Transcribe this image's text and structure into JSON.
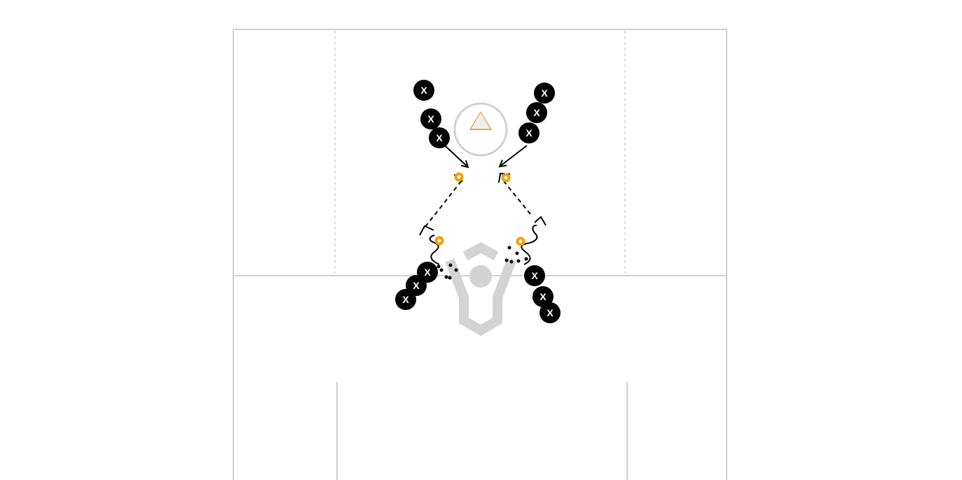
{
  "diagram": {
    "colors": {
      "background": "#ffffff",
      "field_lines": "#d0d0d0",
      "player_fill": "#000000",
      "player_text": "#ffffff",
      "ball": "#f5a000",
      "cone_stroke": "#e8871e",
      "cone_fill": "#efefef",
      "logo": "#d3d3d3",
      "path": "#000000"
    },
    "player_marker_text": "X",
    "players": [
      {
        "group": "top-left",
        "label": "X"
      },
      {
        "group": "top-left",
        "label": "X"
      },
      {
        "group": "top-left",
        "label": "X"
      },
      {
        "group": "top-right",
        "label": "X"
      },
      {
        "group": "top-right",
        "label": "X"
      },
      {
        "group": "top-right",
        "label": "X"
      },
      {
        "group": "bottom-left",
        "label": "X"
      },
      {
        "group": "bottom-left",
        "label": "X"
      },
      {
        "group": "bottom-left",
        "label": "X"
      },
      {
        "group": "bottom-right",
        "label": "X"
      },
      {
        "group": "bottom-right",
        "label": "X"
      },
      {
        "group": "bottom-right",
        "label": "X"
      }
    ],
    "icons": {
      "cone": "cone-icon",
      "ball": "ball-icon",
      "logo": "lacrosse-logo-icon",
      "player": "player-x-icon"
    }
  }
}
